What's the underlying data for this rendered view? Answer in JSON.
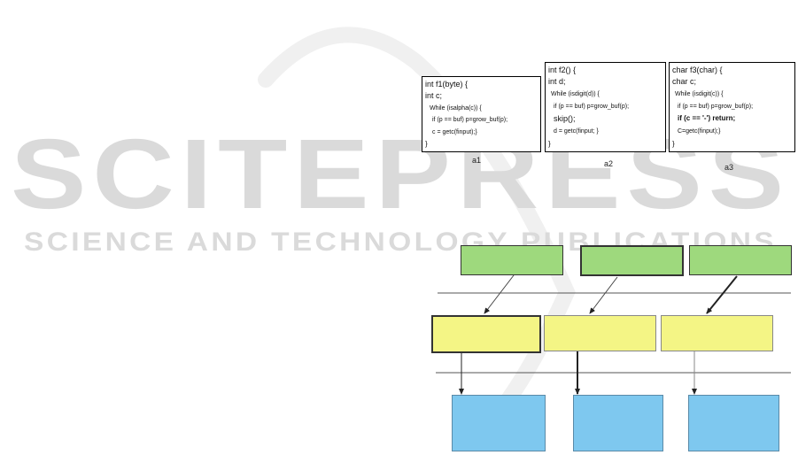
{
  "watermark": {
    "title": "SCITEPRESS",
    "subtitle": "SCIENCE AND TECHNOLOGY PUBLICATIONS"
  },
  "code_blocks": [
    {
      "caption": "a1",
      "lines": [
        "int f1(byte) {",
        "int c;",
        "While (isalpha(c)) {",
        "if (p == buf) p=grow_buf(p);",
        "c = getc(finput);}",
        "}"
      ]
    },
    {
      "caption": "a2",
      "lines": [
        "int f2() {",
        "int d;",
        "While (isdigit(d)) {",
        "if (p == buf) p=grow_buf(p);",
        "skip();",
        "d = getc(finput; }",
        "}"
      ]
    },
    {
      "caption": "a3",
      "lines": [
        "char f3(char) {",
        "char c;",
        "While (isdigit(c)) {",
        "if (p == buf) p=grow_buf(p);",
        "if (c == '-') return;",
        "C=getc(finput);}",
        "}"
      ]
    }
  ],
  "colors": {
    "green": "#9ed97d",
    "yellow": "#f4f585",
    "blue": "#7ec8ef"
  }
}
